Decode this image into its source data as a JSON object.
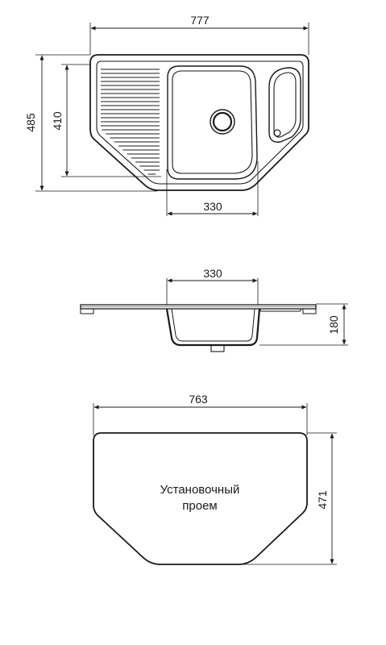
{
  "top_view": {
    "width_label": "777",
    "depth_label": "485",
    "inner_depth_label": "410",
    "bowl_width_label": "330"
  },
  "side_view": {
    "bowl_width_label": "330",
    "bowl_depth_label": "180"
  },
  "cutout_view": {
    "width_label": "763",
    "depth_label": "471",
    "caption_line1": "Установочный",
    "caption_line2": "проем"
  },
  "colors": {
    "line": "#1a1a1a",
    "fill": "#ffffff"
  }
}
